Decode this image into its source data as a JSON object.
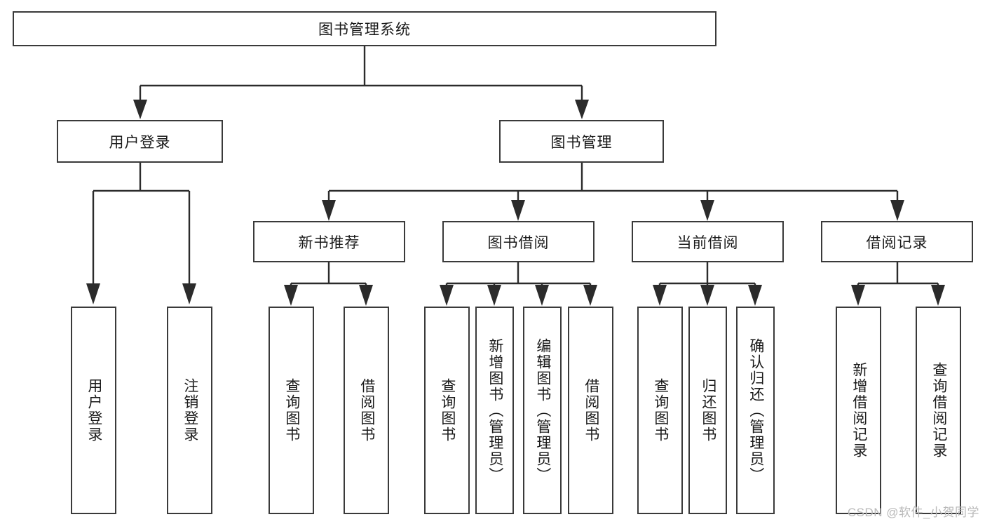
{
  "diagram": {
    "type": "tree-hierarchy-chart",
    "title_text": "图书管理系统",
    "levels": {
      "root": {
        "label": "图书管理系统",
        "orientation": "horizontal"
      },
      "level2": [
        {
          "id": "user-login",
          "label": "用户登录",
          "orientation": "horizontal"
        },
        {
          "id": "book-manage",
          "label": "图书管理",
          "orientation": "horizontal"
        }
      ],
      "level3": [
        {
          "id": "new-book-rec",
          "label": "新书推荐",
          "orientation": "horizontal",
          "parent": "book-manage"
        },
        {
          "id": "book-borrow",
          "label": "图书借阅",
          "orientation": "horizontal",
          "parent": "book-manage"
        },
        {
          "id": "current-borrow",
          "label": "当前借阅",
          "orientation": "horizontal",
          "parent": "book-manage"
        },
        {
          "id": "borrow-record",
          "label": "借阅记录",
          "orientation": "horizontal",
          "parent": "book-manage"
        }
      ],
      "leaves": [
        {
          "id": "leaf-user-login",
          "label": "用户登录",
          "parent": "user-login"
        },
        {
          "id": "leaf-logout-login",
          "label": "注销登录",
          "parent": "user-login"
        },
        {
          "id": "leaf-query-book-1",
          "label": "查询图书",
          "parent": "new-book-rec"
        },
        {
          "id": "leaf-borrow-book-1",
          "label": "借阅图书",
          "parent": "new-book-rec"
        },
        {
          "id": "leaf-query-book-2",
          "label": "查询图书",
          "parent": "book-borrow"
        },
        {
          "id": "leaf-add-book",
          "label": "新增图书（管理员）",
          "parent": "book-borrow"
        },
        {
          "id": "leaf-edit-book",
          "label": "编辑图书（管理员）",
          "parent": "book-borrow"
        },
        {
          "id": "leaf-borrow-book-2",
          "label": "借阅图书",
          "parent": "book-borrow"
        },
        {
          "id": "leaf-query-book-3",
          "label": "查询图书",
          "parent": "current-borrow"
        },
        {
          "id": "leaf-return-book",
          "label": "归还图书",
          "parent": "current-borrow"
        },
        {
          "id": "leaf-confirm-return",
          "label": "确认归还（管理员）",
          "parent": "current-borrow"
        },
        {
          "id": "leaf-add-record",
          "label": "新增借阅记录",
          "parent": "borrow-record"
        },
        {
          "id": "leaf-query-record",
          "label": "查询借阅记录",
          "parent": "borrow-record"
        }
      ]
    },
    "colors": {
      "box_stroke": "#3a3a3a",
      "box_fill": "#ffffff",
      "link": "#2b2b2b",
      "text": "#1a1a1a",
      "watermark": "#b9b9b9",
      "canvas": "#ffffff"
    }
  },
  "watermark": {
    "text": "CSDN @软件_小贺同学"
  }
}
